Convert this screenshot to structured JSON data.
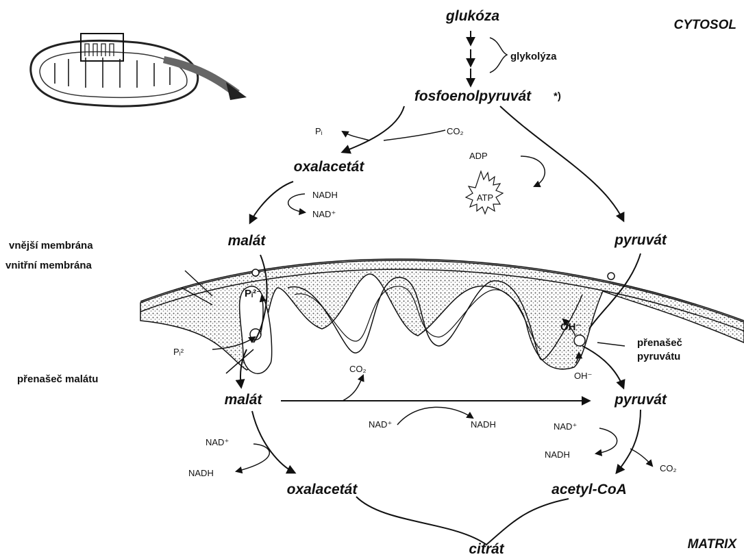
{
  "regions": {
    "cytosol": "CYTOSOL",
    "matrix": "MATRIX"
  },
  "metabolites": {
    "glucose": "glukóza",
    "glycolysis": "glykolýza",
    "pep": "fosfoenolpyruvát",
    "pep_note": "*)",
    "oxaloacetate_cyt": "oxalacetát",
    "malate_cyt": "malát",
    "pyruvate_cyt": "pyruvát",
    "malate_mat": "malát",
    "pyruvate_mat": "pyruvát",
    "oxaloacetate_mat": "oxalacetát",
    "acetyl_coa": "acetyl-CoA",
    "citrate": "citrát"
  },
  "cofactors": {
    "pi_top": "Pᵢ",
    "co2_top": "CO₂",
    "adp": "ADP",
    "atp": "ATP",
    "nadh_cyt": "NADH",
    "nad_cyt": "NAD⁺",
    "pi_membrane": "Pᵢ²⁻",
    "pi_in": "Pᵢ²",
    "oh_membrane": "OH⁻",
    "oh_in": "OH⁻",
    "co2_mid": "CO₂",
    "nad_mid": "NAD⁺",
    "nadh_mid": "NADH",
    "nad_left": "NAD⁺",
    "nadh_left": "NADH",
    "nad_right": "NAD⁺",
    "nadh_right": "NADH",
    "co2_right": "CO₂"
  },
  "labels": {
    "outer_membrane": "vnější membrána",
    "inner_membrane": "vnitřní membrána",
    "malate_carrier": "přenašeč malátu",
    "pyruvate_carrier_1": "přenašeč",
    "pyruvate_carrier_2": "pyruvátu"
  }
}
